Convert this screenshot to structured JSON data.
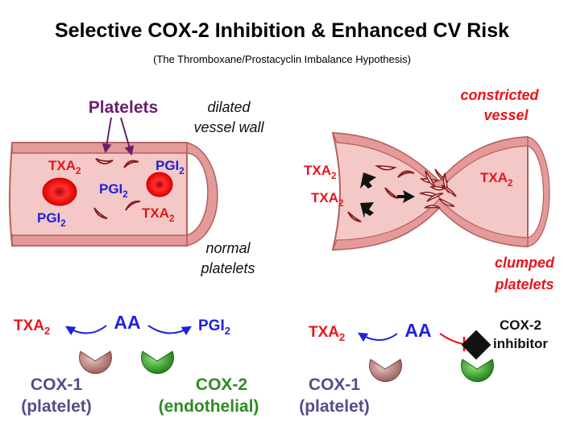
{
  "title": "Selective COX-2 Inhibition & Enhanced CV Risk",
  "subtitle": "(The Thromboxane/Prostacyclin Imbalance Hypothesis)",
  "colors": {
    "red": "#e8141b",
    "blue": "#1f22d9",
    "purple": "#6b1d6e",
    "cox1_text": "#5a4a8a",
    "cox2_text": "#2e8b22",
    "vessel_fill": "#f3c8c6",
    "vessel_edge": "#b26060",
    "black": "#111111"
  },
  "left_vessel": {
    "platelets_label": "Platelets",
    "dilated_label_line1": "dilated",
    "dilated_label_line2": "vessel wall",
    "normal_label_line1": "normal",
    "normal_label_line2": "platelets",
    "txa": "TXA",
    "pgi": "PGI",
    "sub2": "2"
  },
  "right_vessel": {
    "constricted_line1": "constricted",
    "constricted_line2": "vessel",
    "clumped_line1": "clumped",
    "clumped_line2": "platelets",
    "txa": "TXA",
    "sub2": "2"
  },
  "left_pathway": {
    "aa": "AA",
    "txa": "TXA",
    "pgi": "PGI",
    "sub2": "2",
    "cox1_line1": "COX-1",
    "cox1_line2": "(platelet)",
    "cox2_line1": "COX-2",
    "cox2_line2": "(endothelial)"
  },
  "right_pathway": {
    "aa": "AA",
    "txa": "TXA",
    "sub2": "2",
    "cox1_line1": "COX-1",
    "cox1_line2": "(platelet)",
    "inhibitor_line1": "COX-2",
    "inhibitor_line2": "inhibitor"
  }
}
